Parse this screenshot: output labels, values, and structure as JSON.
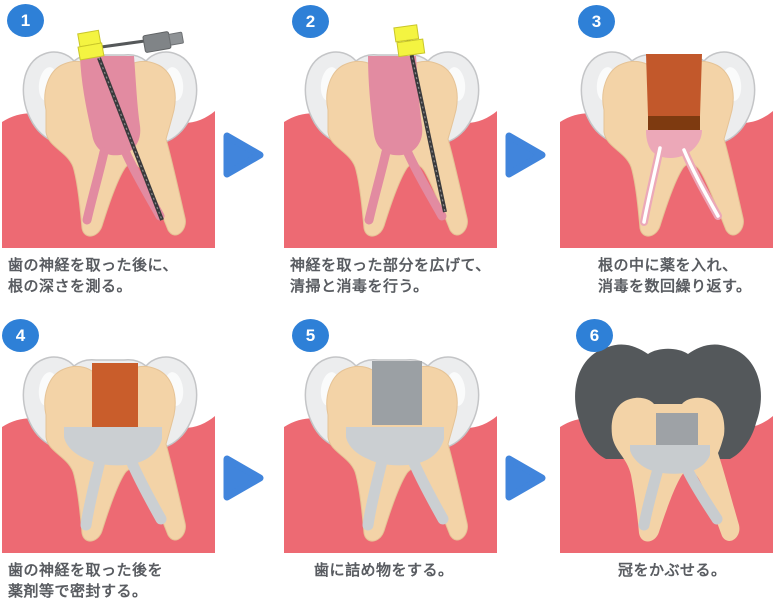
{
  "diagram": {
    "subject": "root-canal-treatment-steps",
    "arrow_glyph": "right-triangle-arrow",
    "colors": {
      "gum": "#ED6A73",
      "dentin": "#F3D3A7",
      "enamel": "#ECEDEE",
      "pulp_pink": "#E28BA1",
      "pulp_pale": "#ECA8B8",
      "medicine_white": "#FFFFFF",
      "filling_orange": "#C2582B",
      "filling_orange_dark": "#7E3A10",
      "filling_gray_dark": "#9BA0A4",
      "filling_gray_light": "#CBCFD2",
      "crown_dark": "#54585B",
      "file_black": "#3A3A3C",
      "stopper_yellow": "#F4F441",
      "badge_blue": "#2E80D7",
      "arrow_blue": "#4185DC",
      "caption_text": "#595C61"
    }
  },
  "steps": [
    {
      "number": "1",
      "caption": "歯の神経を取った後に、\n根の深さを測る。",
      "illustration": "tooth-with-depth-measuring-file"
    },
    {
      "number": "2",
      "caption": "神経を取った部分を広げて、\n清掃と消毒を行う。",
      "illustration": "tooth-with-cleaning-file"
    },
    {
      "number": "3",
      "caption": "根の中に薬を入れ、\n消毒を数回繰り返す。",
      "illustration": "tooth-with-medicine-in-roots"
    },
    {
      "number": "4",
      "caption": "歯の神経を取った後を\n薬剤等で密封する。",
      "illustration": "tooth-sealed-with-cement"
    },
    {
      "number": "5",
      "caption": "歯に詰め物をする。",
      "illustration": "tooth-with-filling"
    },
    {
      "number": "6",
      "caption": "冠をかぶせる。",
      "illustration": "tooth-with-crown"
    }
  ]
}
